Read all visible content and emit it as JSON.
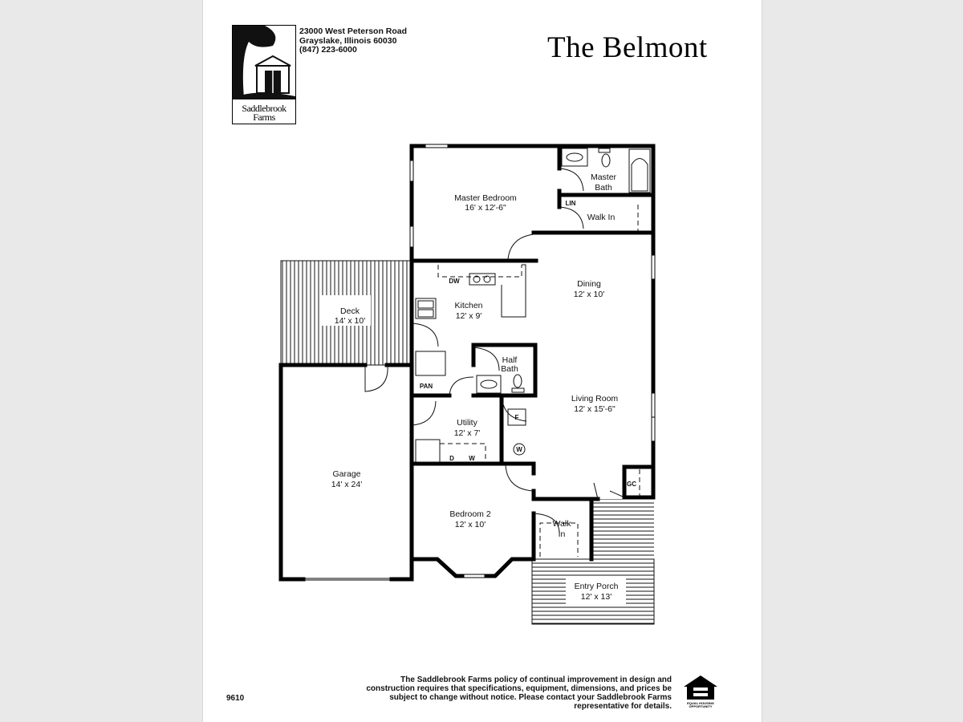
{
  "header": {
    "logo_text": [
      "Saddlebrook",
      "Farms"
    ],
    "address_lines": [
      "23000 West Peterson Road",
      "Grayslake, Illinois 60030",
      "(847) 223-6000"
    ],
    "title": "The Belmont"
  },
  "rooms": {
    "master_bedroom": {
      "name": "Master Bedroom",
      "size": "16' x 12'-6\""
    },
    "master_bath": {
      "name": "Master",
      "name2": "Bath"
    },
    "walk_in_master": {
      "name": "Walk In"
    },
    "linen": "LIN",
    "dining": {
      "name": "Dining",
      "size": "12' x 10'"
    },
    "kitchen": {
      "name": "Kitchen",
      "size": "12' x 9'"
    },
    "dishwasher": "DW",
    "deck": {
      "name": "Deck",
      "size": "14' x 10'"
    },
    "half_bath": {
      "name": "Half",
      "name2": "Bath"
    },
    "pantry": "PAN",
    "living_room": {
      "name": "Living Room",
      "size": "12' x 15'-6\""
    },
    "furnace": "F",
    "water_heater": "W",
    "utility": {
      "name": "Utility",
      "size": "12' x 7'"
    },
    "dryer": "D",
    "washer": "W",
    "garage": {
      "name": "Garage",
      "size": "14' x 24'"
    },
    "guest_closet": "GC",
    "bedroom2": {
      "name": "Bedroom 2",
      "size": "12' x 10'"
    },
    "walk_in_bed2": {
      "name": "Walk",
      "name2": "In"
    },
    "entry_porch": {
      "name": "Entry Porch",
      "size": "12' x 13'"
    }
  },
  "footer": {
    "plan_code": "9610",
    "disclaimer": "The Saddlebrook Farms policy of continual improvement in design and construction requires that specifications, equipment, dimensions, and prices be subject to change without notice. Please contact your Saddlebrook Farms representative for details.",
    "eho_text": "EQUAL HOUSING OPPORTUNITY"
  }
}
